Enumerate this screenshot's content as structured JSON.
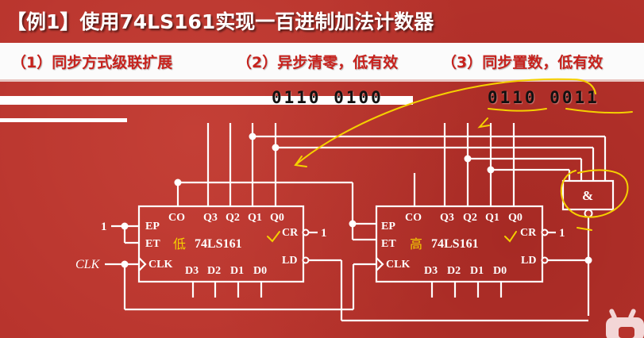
{
  "title": "【例1】使用74LS161实现一百进制加法计数器",
  "subtitle": {
    "item1": "（1）同步方式级联扩展",
    "item2": "（2）异步清零，低有效",
    "item3": "（3）同步置数，低有效"
  },
  "binary": {
    "count_99_plus": "0110 0100",
    "load_value": "0110 0011"
  },
  "chips": {
    "low": {
      "part": "74LS161",
      "annotation": "低",
      "pins": {
        "ep": "EP",
        "et": "ET",
        "clk": "CLK",
        "co": "CO",
        "q3": "Q3",
        "q2": "Q2",
        "q1": "Q1",
        "q0": "Q0",
        "cr": "CR",
        "ld": "LD",
        "d3": "D3",
        "d2": "D2",
        "d1": "D1",
        "d0": "D0"
      }
    },
    "high": {
      "part": "74LS161",
      "annotation": "高",
      "pins": {
        "ep": "EP",
        "et": "ET",
        "clk": "CLK",
        "co": "CO",
        "q3": "Q3",
        "q2": "Q2",
        "q1": "Q1",
        "q0": "Q0",
        "cr": "CR",
        "ld": "LD",
        "d3": "D3",
        "d2": "D2",
        "d1": "D1",
        "d0": "D0"
      }
    }
  },
  "signals": {
    "clk_input": "CLK",
    "ep_et_high": "1",
    "cr_low_chip": "1",
    "cr_high_chip": "1"
  },
  "gate": {
    "symbol": "&",
    "type": "NAND"
  },
  "colors": {
    "background": "#b7332c",
    "wire": "#ffffff",
    "annotation": "#f5d000",
    "subtitle_text": "#c7221d"
  }
}
